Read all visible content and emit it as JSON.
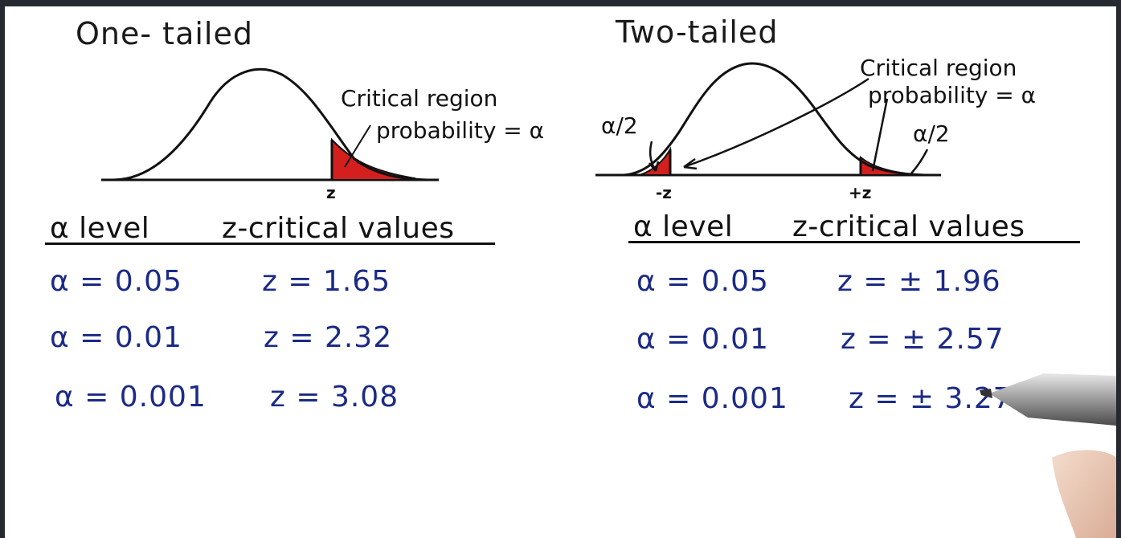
{
  "left": {
    "title": "One- tailed",
    "annotation_line1": "Critical region",
    "annotation_line2": "probability = α",
    "tick_label": "z",
    "header_alpha": "α level",
    "header_z": "z-critical values",
    "rows": [
      {
        "alpha": "α = 0.05",
        "z": "z = 1.65"
      },
      {
        "alpha": "α = 0.01",
        "z": "z = 2.32"
      },
      {
        "alpha": "α = 0.001",
        "z": "z = 3.08"
      }
    ]
  },
  "right": {
    "title": "Two-tailed",
    "annotation_line1": "Critical region",
    "annotation_line2": "probability = α",
    "left_tail_label": "α/2",
    "right_tail_label": "α/2",
    "tick_left": "-z",
    "tick_right": "+z",
    "header_alpha": "α level",
    "header_z": "z-critical values",
    "rows": [
      {
        "alpha": "α = 0.05",
        "z": "z = ± 1.96"
      },
      {
        "alpha": "α = 0.01",
        "z": "z = ± 2.57"
      },
      {
        "alpha": "α = 0.001",
        "z": "z = ± 3.27"
      }
    ]
  },
  "colors": {
    "ink": "#111111",
    "blue_ink": "#1b2a85",
    "critical_fill": "#d41f1f"
  }
}
